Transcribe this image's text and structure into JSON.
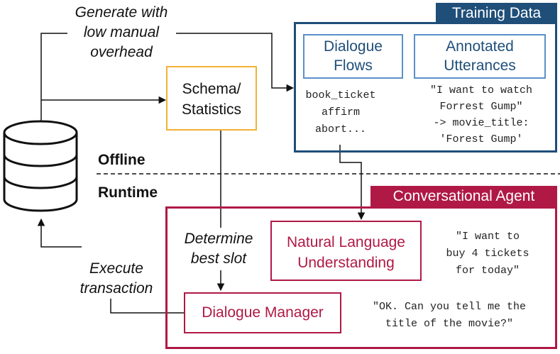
{
  "top_note": "Generate with\nlow manual\noverhead",
  "schema_label": "Schema/\nStatistics",
  "offline_label": "Offline",
  "runtime_label": "Runtime",
  "determine_label": "Determine\nbest slot",
  "execute_label": "Execute\ntransaction",
  "training": {
    "title": "Training Data",
    "flows_label": "Dialogue\nFlows",
    "flows_example": "book_ticket\naffirm\nabort...",
    "utter_label": "Annotated\nUtterances",
    "utter_example": "\"I want to watch\nForrest Gump\"\n-> movie_title:\n'Forest Gump'"
  },
  "agent": {
    "title": "Conversational Agent",
    "nlu_label": "Natural Language\nUnderstanding",
    "nlu_example": "\"I want to\nbuy 4 tickets\nfor today\"",
    "dm_label": "Dialogue Manager",
    "dm_example": "\"OK. Can you tell me the\ntitle of the movie?\""
  },
  "colors": {
    "training": "#1f4e79",
    "training_inner": "#5b8fc9",
    "agent": "#b01945",
    "schema": "#f2b233"
  }
}
